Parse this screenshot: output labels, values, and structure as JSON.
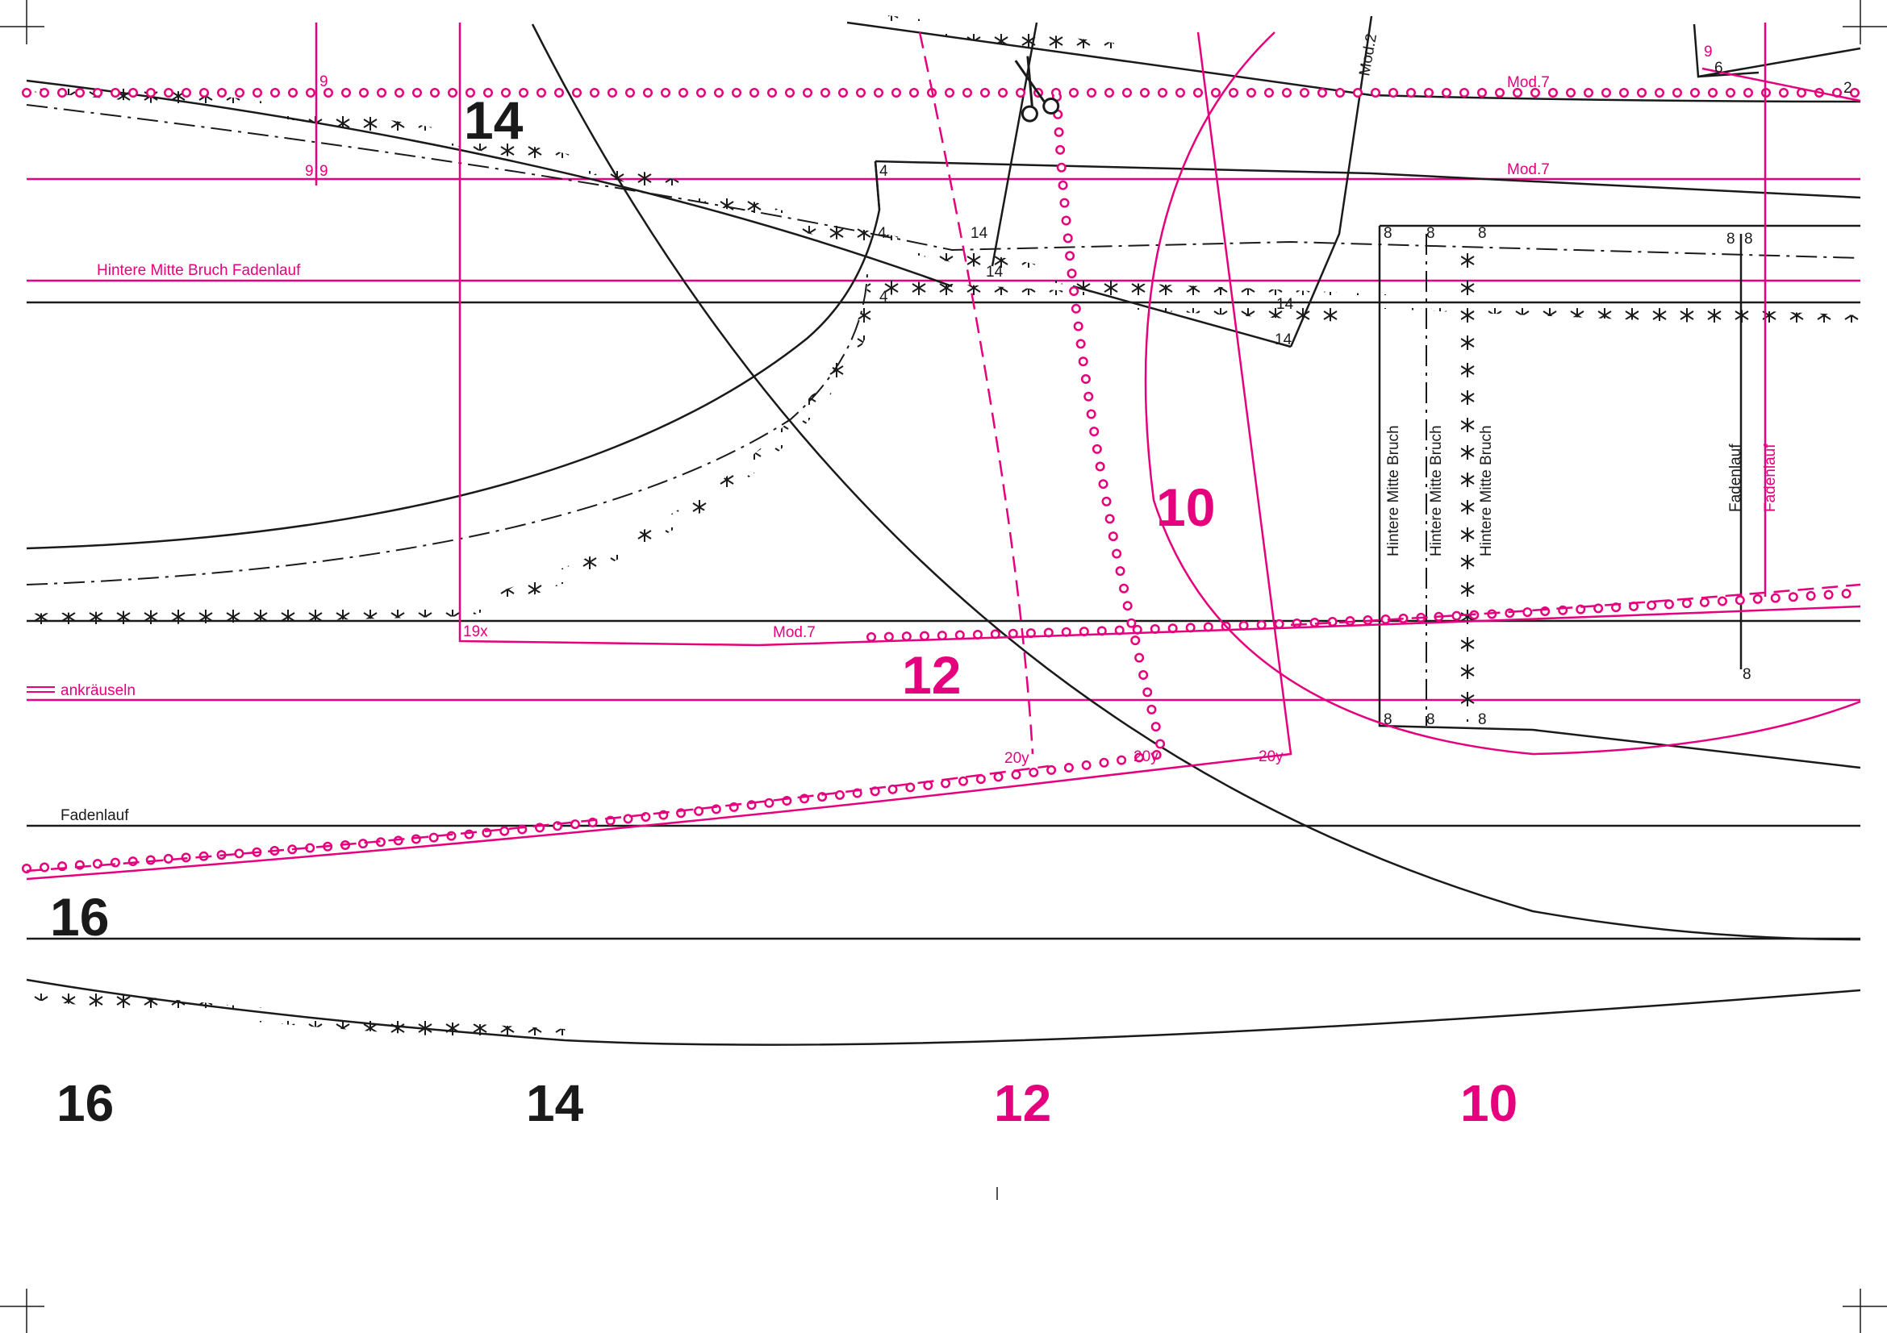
{
  "colors": {
    "black": "#1a1a1a",
    "magenta": "#e5007d"
  },
  "sizes": {
    "s16": "16",
    "s14": "14",
    "s12": "12",
    "s10": "10"
  },
  "labels": {
    "hintere_mitte_bruch_fadenlauf": "Hintere Mitte  Bruch  Fadenlauf",
    "ankraeuseln": "ankräuseln",
    "fadenlauf": "Fadenlauf",
    "hintere_mitte_bruch": "Hintere Mitte  Bruch",
    "mod7": "Mod.7",
    "mod2": "Mod.2"
  },
  "marks": {
    "m9": "9",
    "m6": "6",
    "m2": "2",
    "m4": "4",
    "m14": "14",
    "m8": "8",
    "m19x": "19x",
    "m20y": "20y"
  },
  "icons": [
    "scissors-icon"
  ]
}
